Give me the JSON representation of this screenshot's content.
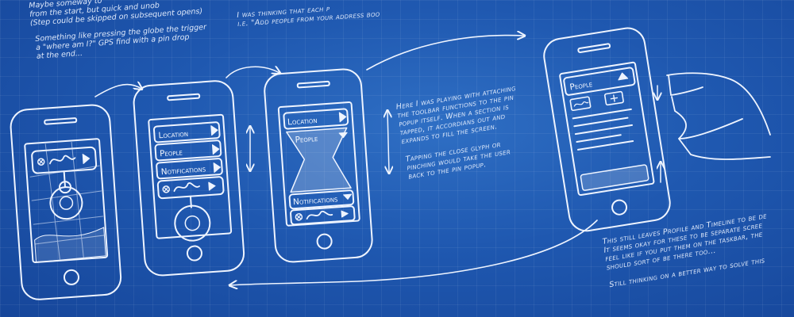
{
  "notes": {
    "top_left": [
      "Maybe someway to",
      "from the start, but quick and unob",
      "(Step could be skipped on subsequent opens)"
    ],
    "globe_trigger": [
      "Something like pressing the globe the trigger",
      "a \"where am I?\" GPS find with a pin drop",
      "at the end..."
    ],
    "top_middle": [
      "I was thinking that each p",
      "i.e. \"Add people from your address boo"
    ],
    "toolbar_note": [
      "Here I was playing with attaching",
      "the toolbar functions to the pin",
      "popup itself. When a section is",
      "tapped, it accordians out and",
      "expands to fill the screen."
    ],
    "close_note": [
      "Tapping the close glyph or",
      "pinching would take the user",
      "back to the pin popup."
    ],
    "bottom_right": [
      "This still leaves Profile and Timeline to be de",
      "It seems okay for these to be separate scree",
      "feel like if you put them on the taskbar, the",
      "should sort of be there too...",
      "",
      "Still thinking on a better way to solve this"
    ]
  },
  "phones": {
    "phone2": {
      "items": [
        "Location",
        "People",
        "Notifications"
      ]
    },
    "phone3": {
      "items": [
        "Location",
        "People",
        "Notifications"
      ]
    },
    "phone4": {
      "title": "People"
    }
  },
  "colors": {
    "background": "#1f58b0",
    "ink": "#eef4ff"
  }
}
